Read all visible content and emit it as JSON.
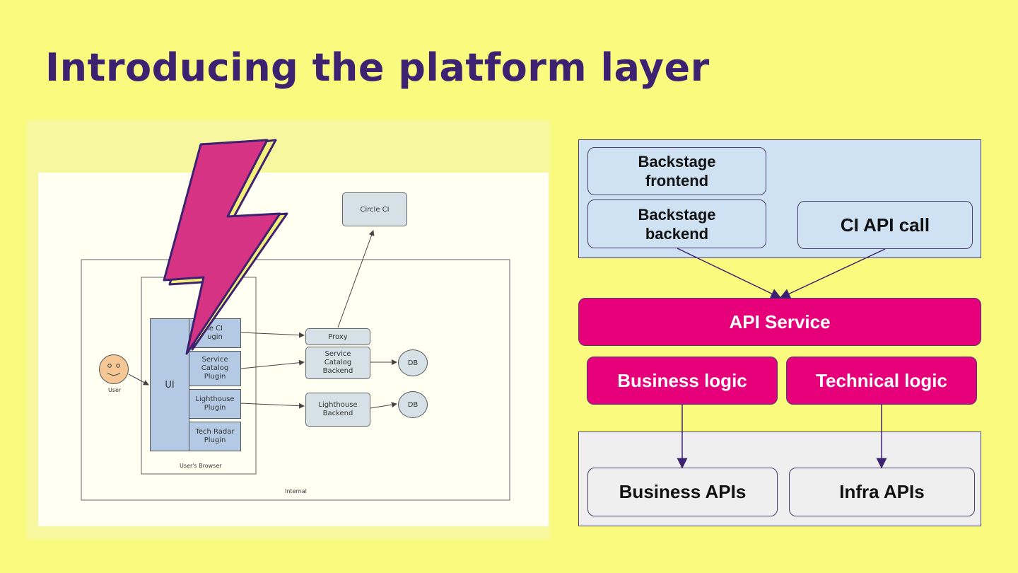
{
  "slide": {
    "title": "Introducing the platform layer"
  },
  "left_diagram": {
    "circle_ci": "Circle CI",
    "proxy": "Proxy",
    "service_catalog_backend": "Service\nCatalog\nBackend",
    "lighthouse_backend": "Lighthouse\nBackend",
    "db1": "DB",
    "db2": "DB",
    "ui": "UI",
    "plugin_circle_ci": "le CI\nugin",
    "plugin_service_catalog": "Service\nCatalog\nPlugin",
    "plugin_lighthouse": "Lighthouse\nPlugin",
    "plugin_tech_radar": "Tech Radar\nPlugin",
    "user": "User",
    "browser_label": "User's Browser",
    "internal_label": "Internal"
  },
  "right_diagram": {
    "backstage_frontend": "Backstage\nfrontend",
    "backstage_backend": "Backstage\nbackend",
    "ci_api_call": "CI API call",
    "api_service": "API Service",
    "business_logic": "Business logic",
    "technical_logic": "Technical logic",
    "business_apis": "Business APIs",
    "infra_apis": "Infra APIs"
  },
  "colors": {
    "background": "#fafa7f",
    "title": "#3e2272",
    "accent_pink": "#e6007a",
    "top_region": "#cfe2f3",
    "bottom_region": "#efefef",
    "lightning": "#d63384"
  }
}
